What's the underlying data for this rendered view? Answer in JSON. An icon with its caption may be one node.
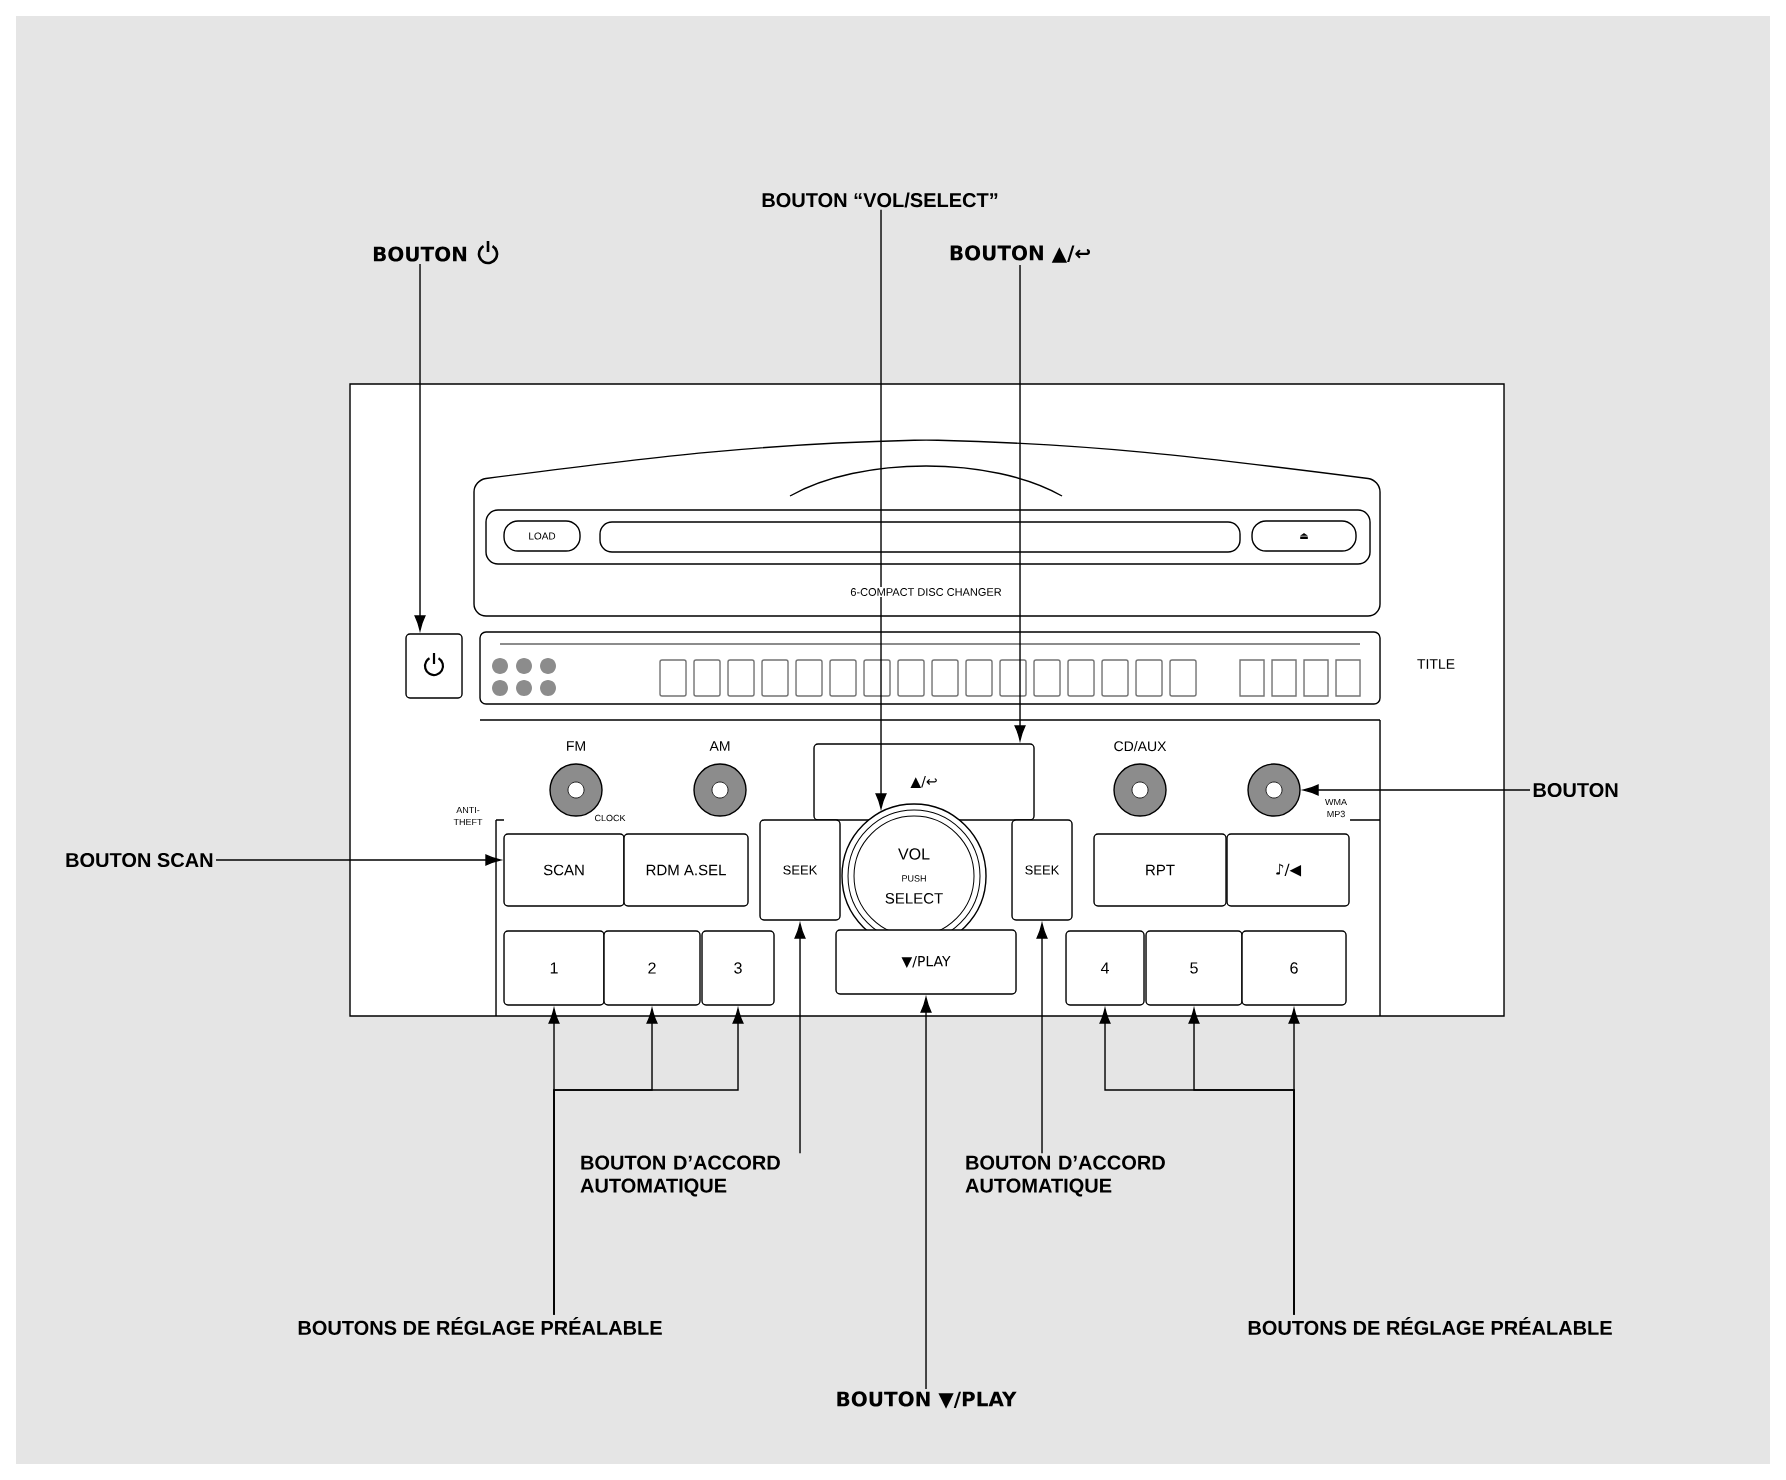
{
  "diagram": {
    "nodes": [
      {
        "text": [
          "BOUTON"
        ]
      },
      {
        "text": [
          "BOUTON “VOL/SELECT”"
        ]
      },
      {
        "text": [
          "BOUTON ▲/↩"
        ]
      },
      {
        "text": [
          "LOAD"
        ]
      },
      {
        "text": [
          "⏏"
        ]
      },
      {
        "text": [],
        "shape": "box"
      },
      {
        "text": [
          "FM"
        ]
      },
      {
        "text": [
          "AM"
        ]
      },
      {
        "text": [
          "▲/↩"
        ]
      },
      {
        "text": [
          "CD/AUX"
        ]
      },
      {
        "text": [],
        "shape": "circle"
      },
      {
        "text": [
          "BOUTON"
        ]
      },
      {
        "text": [
          "BOUTON SCAN"
        ]
      },
      {
        "text": [
          "SCAN"
        ]
      },
      {
        "text": [
          "RDM A.SEL"
        ]
      },
      {
        "text": [
          "SEEK"
        ]
      },
      {
        "text": [
          "VOL",
          "PUSH",
          "SELECT"
        ]
      },
      {
        "text": [
          "SEEK"
        ]
      },
      {
        "text": [
          "RPT"
        ]
      },
      {
        "text": [
          "♪/◀"
        ]
      },
      {
        "text": [
          "1"
        ]
      },
      {
        "text": [
          "2"
        ]
      },
      {
        "text": [
          "3"
        ]
      },
      {
        "text": [
          "▼/PLAY"
        ]
      },
      {
        "text": [
          "4"
        ]
      },
      {
        "text": [
          "5"
        ]
      },
      {
        "text": [
          "6"
        ]
      },
      {
        "text": [
          "BOUTON D’ACCORD AUTOMATIQUE"
        ]
      },
      {
        "text": [
          "BOUTON D’ACCORD AUTOMATIQUE"
        ]
      },
      {
        "text": [
          "BOUTONS DE RÉGLAGE PRÉALABLE"
        ]
      },
      {
        "text": [
          "BOUTONS DE RÉGLAGE PRÉALABLE"
        ]
      },
      {
        "text": [
          "BOUTON ▼/PLAY"
        ]
      }
    ],
    "edges": [
      {
        "from": 0,
        "to": 5,
        "arrow": "to"
      },
      {
        "from": 1,
        "to": 16,
        "arrow": "to"
      },
      {
        "from": 2,
        "to": 8,
        "arrow": "to"
      },
      {
        "from": 11,
        "to": 10,
        "arrow": "to"
      },
      {
        "from": 12,
        "to": 13,
        "arrow": "to"
      },
      {
        "from": 27,
        "to": 15,
        "arrow": "to"
      },
      {
        "from": 28,
        "to": 17,
        "arrow": "to"
      },
      {
        "from": 29,
        "to": 20,
        "arrow": "to"
      },
      {
        "from": 29,
        "to": 21,
        "arrow": "to"
      },
      {
        "from": 29,
        "to": 22,
        "arrow": "to"
      },
      {
        "from": 30,
        "to": 26,
        "arrow": "to"
      },
      {
        "from": 30,
        "to": 25,
        "arrow": "to"
      },
      {
        "from": 30,
        "to": 24,
        "arrow": "to"
      },
      {
        "from": 31,
        "to": 23,
        "arrow": "to"
      }
    ],
    "labels": [
      "6-COMPACT DISC CHANGER",
      "TITLE",
      "ANTI-THEFT",
      "CLOCK",
      "WMA MP3"
    ]
  }
}
